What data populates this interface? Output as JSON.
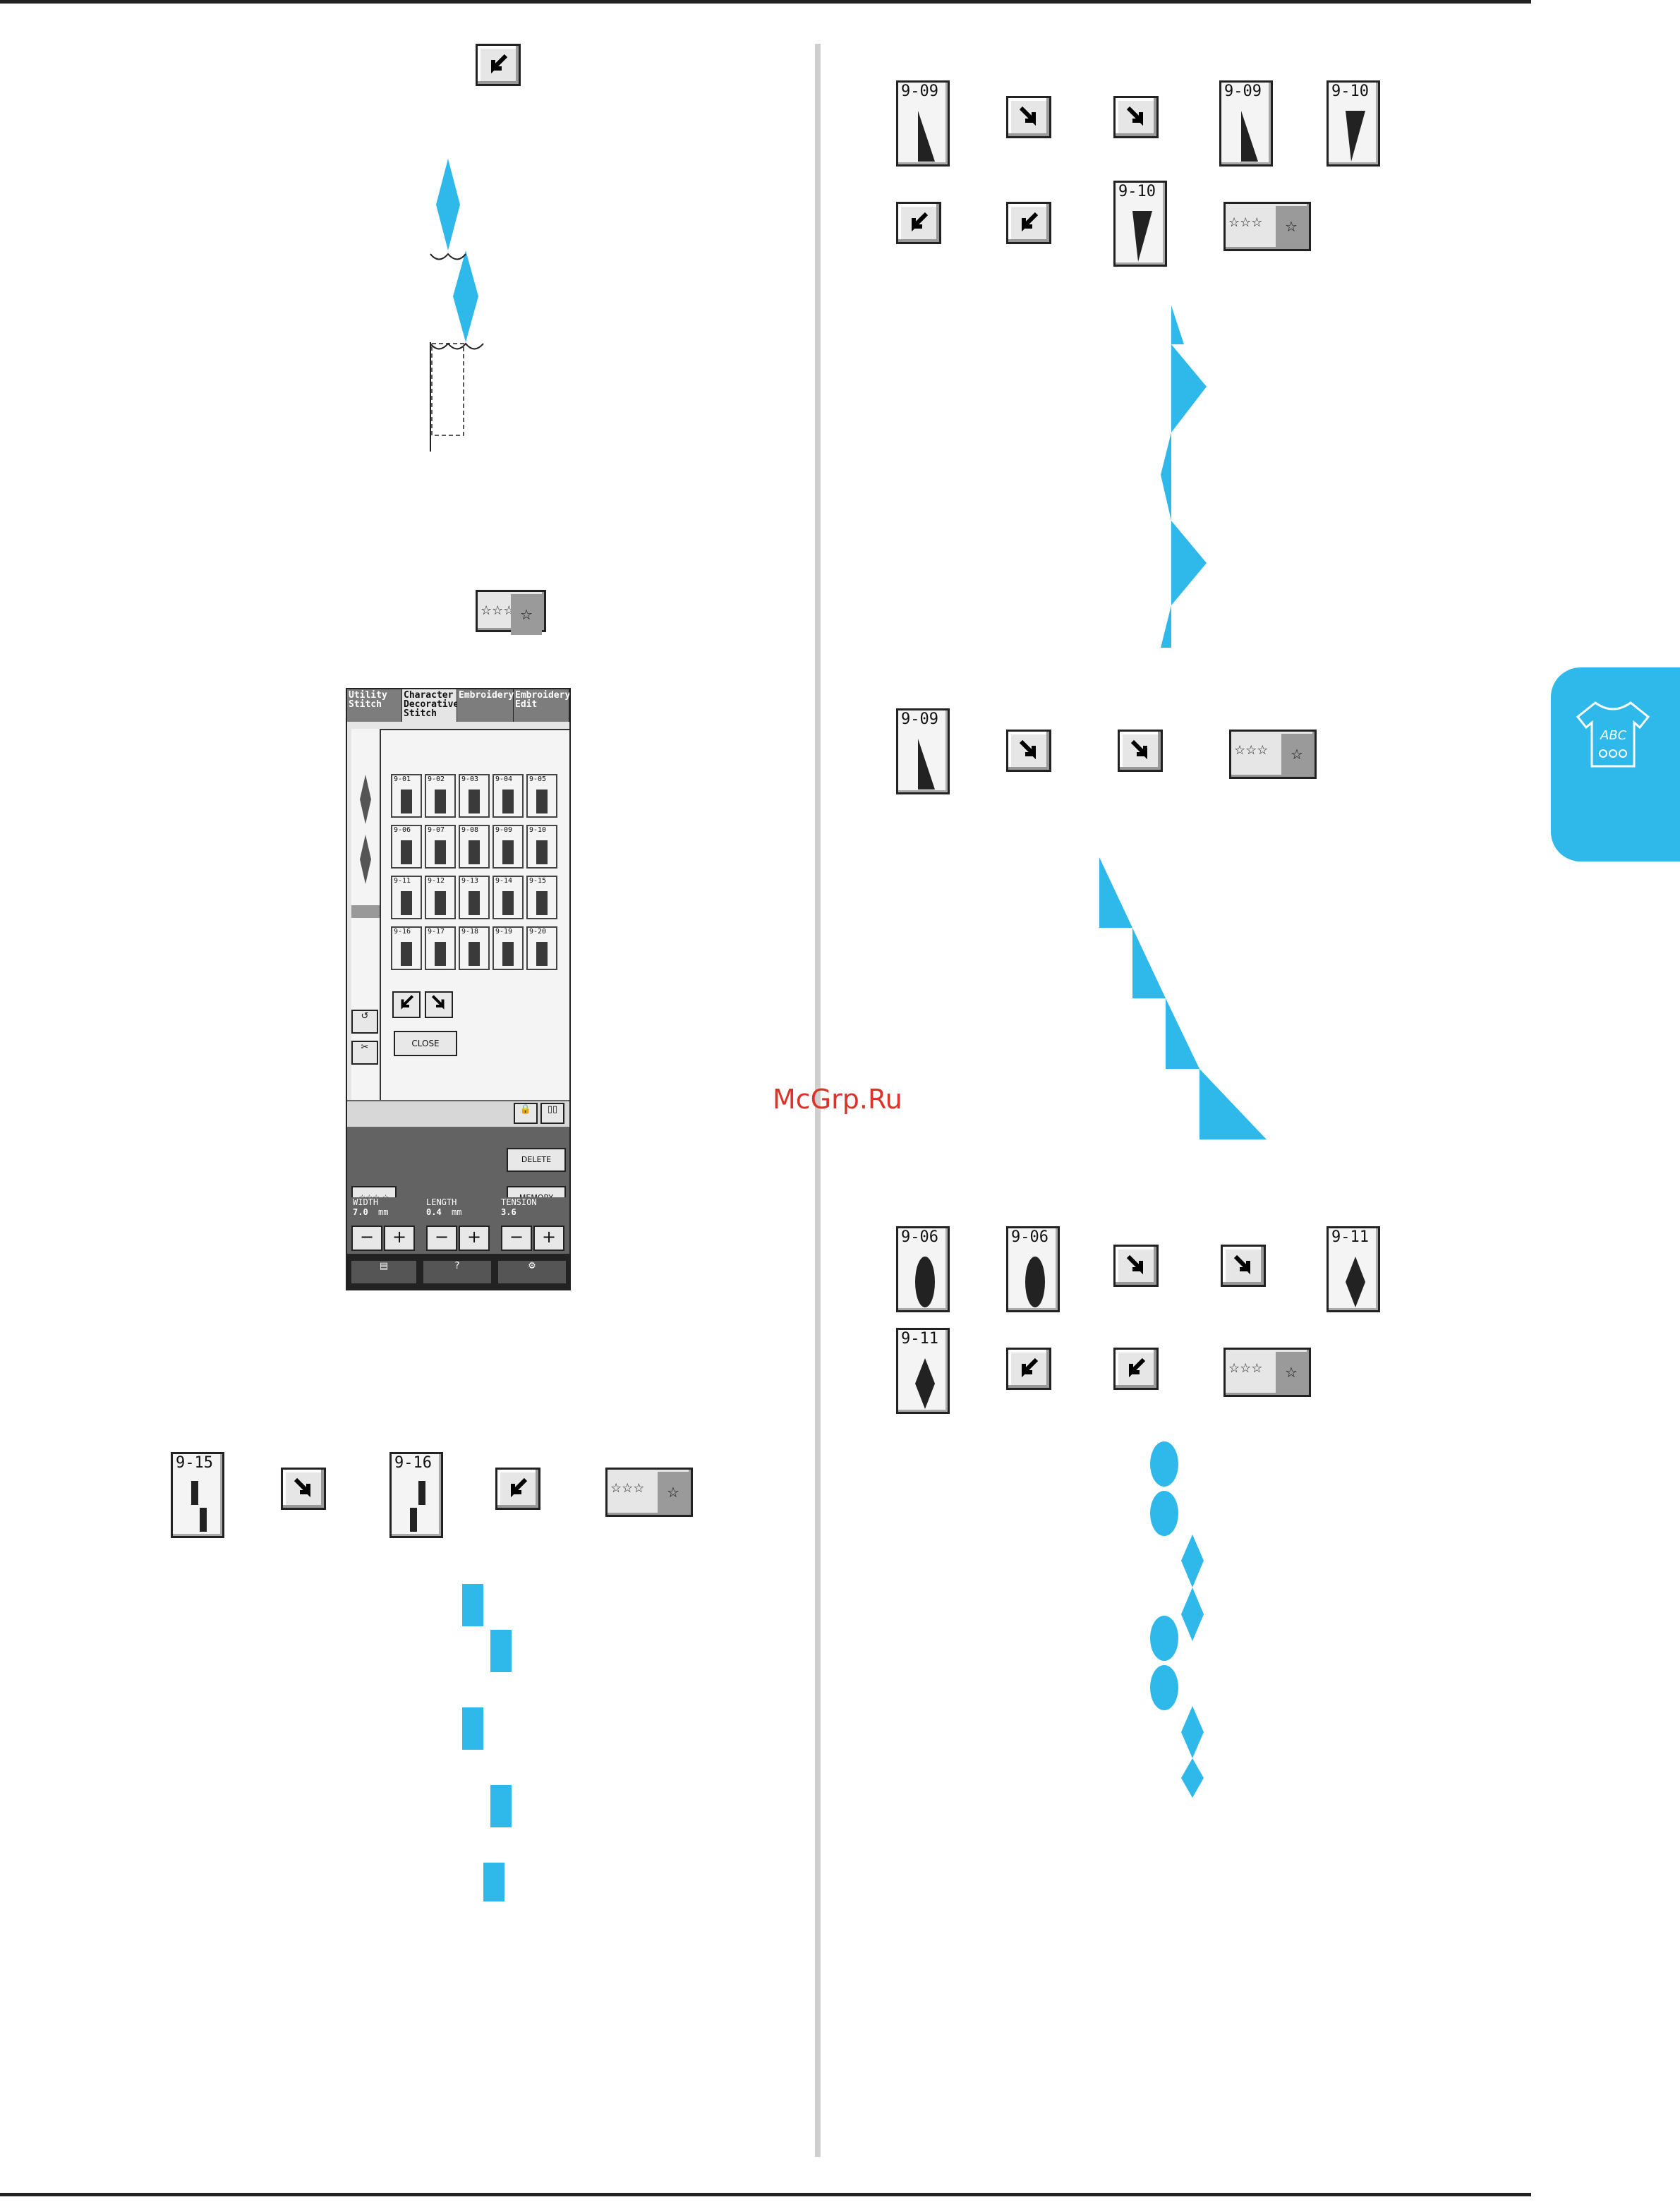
{
  "watermark": "McGrp.Ru",
  "screen": {
    "tabs": [
      "Utility Stitch",
      "Character Decorative Stitch",
      "Embroidery",
      "Embroidery Edit"
    ],
    "patterns": [
      "9-01",
      "9-02",
      "9-03",
      "9-04",
      "9-05",
      "9-06",
      "9-07",
      "9-08",
      "9-09",
      "9-10",
      "9-11",
      "9-12",
      "9-13",
      "9-14",
      "9-15",
      "9-16",
      "9-17",
      "9-18",
      "9-19",
      "9-20"
    ],
    "close_label": "CLOSE",
    "delete_label": "DELETE",
    "memory_label": "MEMORY",
    "width_label": "WIDTH",
    "width_value": "7.0",
    "length_label": "LENGTH",
    "length_value": "0.4",
    "tension_label": "TENSION",
    "tension_value": "3.6",
    "unit": "mm",
    "minus": "−",
    "plus": "+"
  },
  "buttons": {
    "p915": "9-15",
    "p916": "9-16",
    "r1a": "9-09",
    "r1b": "9-09",
    "r1c": "9-10",
    "r1d": "9-10",
    "r2a": "9-09",
    "r3a": "9-06",
    "r3b": "9-06",
    "r3c": "9-11",
    "r3d": "9-11"
  },
  "colors": {
    "stitch": "#2fb8ea",
    "tab": "#2fb8ea"
  },
  "icons": [
    "arrow-down-left-icon",
    "arrow-down-right-icon",
    "combine-icon",
    "abc-shirt-icon"
  ]
}
